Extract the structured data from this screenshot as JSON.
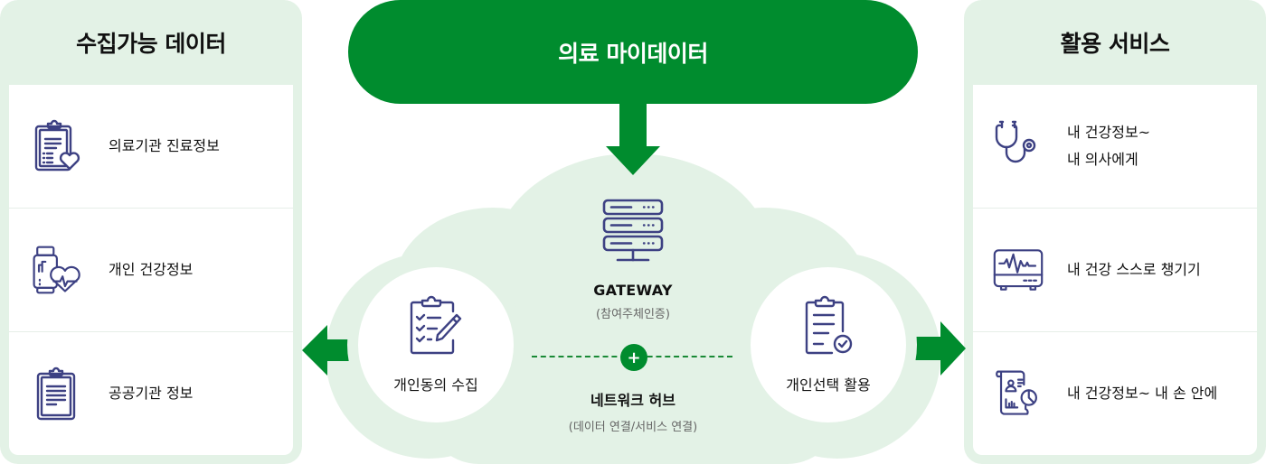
{
  "colors": {
    "brand_green": "#008c2e",
    "panel_bg": "#e3f2e6",
    "icon_stroke": "#3d4183"
  },
  "header": {
    "title": "의료 마이데이터"
  },
  "left_panel": {
    "title": "수집가능 데이터",
    "items": [
      {
        "label": "의료기관 진료정보",
        "icon": "clipboard-heart-icon"
      },
      {
        "label": "개인 건강정보",
        "icon": "smartwatch-heart-icon"
      },
      {
        "label": "공공기관 정보",
        "icon": "clipboard-document-icon"
      }
    ]
  },
  "right_panel": {
    "title": "활용 서비스",
    "items": [
      {
        "label_line1": "내 건강정보~",
        "label_line2": "내 의사에게",
        "icon": "stethoscope-icon"
      },
      {
        "label": "내 건강 스스로 챙기기",
        "icon": "heart-monitor-icon"
      },
      {
        "label": "내 건강정보~ 내 손 안에",
        "icon": "health-report-icon"
      }
    ]
  },
  "center": {
    "gateway": {
      "title": "GATEWAY",
      "subtitle": "(참여주체인증)",
      "icon": "server-icon"
    },
    "collect": {
      "label": "개인동의 수집",
      "icon": "checklist-pencil-icon"
    },
    "use": {
      "label": "개인선택 활용",
      "icon": "clipboard-check-icon"
    },
    "hub": {
      "title": "네트워크 허브",
      "subtitle": "(데이터 연결/서비스 연결)",
      "plus": "+"
    }
  }
}
